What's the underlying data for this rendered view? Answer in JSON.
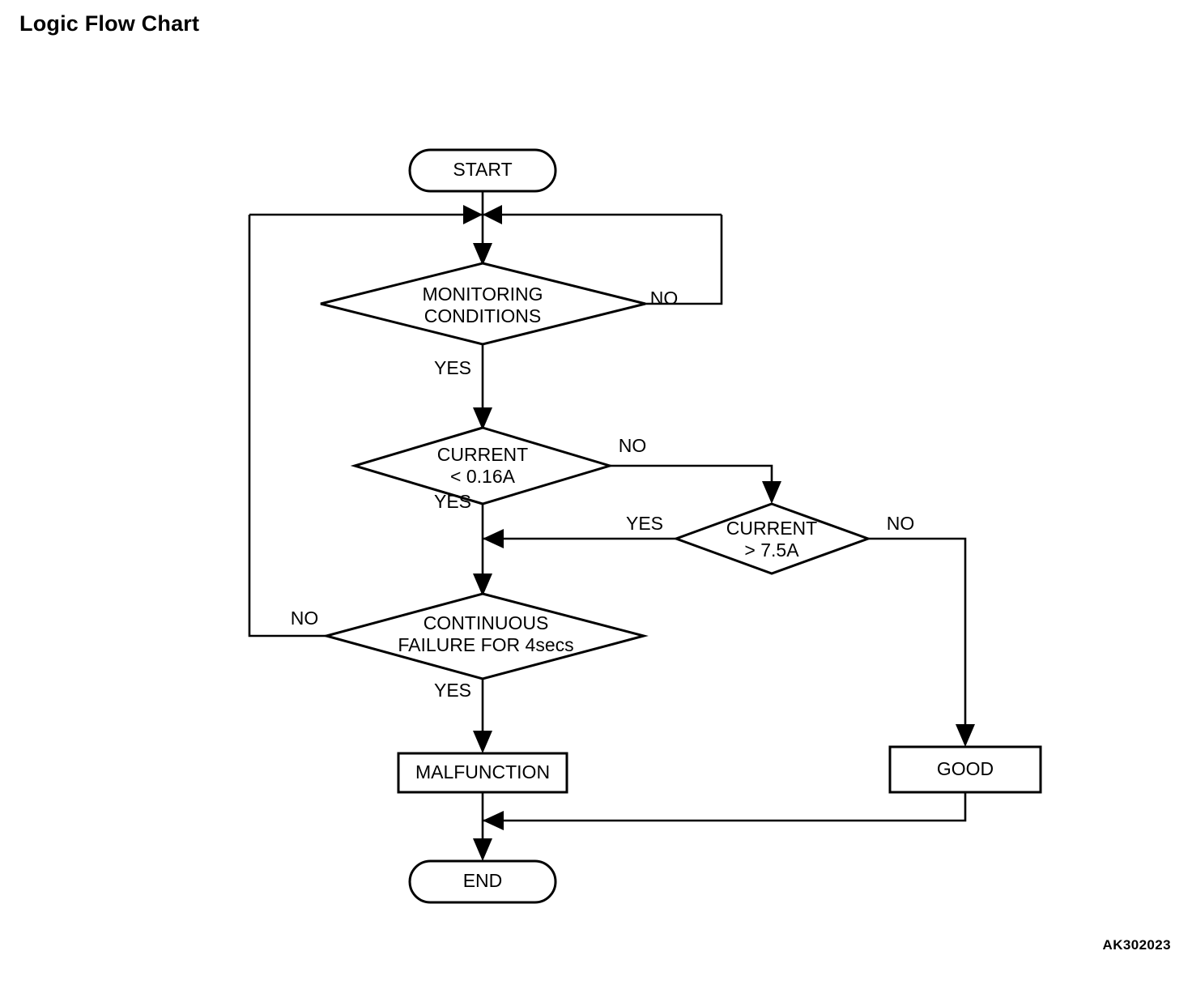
{
  "page": {
    "title": "Logic Flow Chart",
    "figure_code": "AK302023",
    "background_color": "#ffffff",
    "line_color": "#000000"
  },
  "chart_data": {
    "type": "diagram",
    "diagram_kind": "flowchart",
    "title": "Logic Flow Chart",
    "nodes": [
      {
        "id": "start",
        "shape": "terminator",
        "label": "START"
      },
      {
        "id": "monitoring",
        "shape": "decision",
        "label_line1": "MONITORING",
        "label_line2": "CONDITIONS"
      },
      {
        "id": "current_low",
        "shape": "decision",
        "label_line1": "CURRENT",
        "label_line2": "< 0.16A"
      },
      {
        "id": "current_high",
        "shape": "decision",
        "label_line1": "CURRENT",
        "label_line2": "> 7.5A"
      },
      {
        "id": "continuous_failure",
        "shape": "decision",
        "label_line1": "CONTINUOUS",
        "label_line2": "FAILURE FOR 4secs"
      },
      {
        "id": "malfunction",
        "shape": "process",
        "label": "MALFUNCTION"
      },
      {
        "id": "good",
        "shape": "process",
        "label": "GOOD"
      },
      {
        "id": "end",
        "shape": "terminator",
        "label": "END"
      }
    ],
    "edges": [
      {
        "from": "start",
        "to": "monitoring",
        "label": ""
      },
      {
        "from": "monitoring",
        "to": "current_low",
        "label": "YES"
      },
      {
        "from": "monitoring",
        "to": "start_junction",
        "label": "NO"
      },
      {
        "from": "current_low",
        "to": "continuous_failure",
        "label": "YES"
      },
      {
        "from": "current_low",
        "to": "current_high",
        "label": "NO"
      },
      {
        "from": "current_high",
        "to": "continuous_failure",
        "label": "YES"
      },
      {
        "from": "current_high",
        "to": "good",
        "label": "NO"
      },
      {
        "from": "continuous_failure",
        "to": "malfunction",
        "label": "YES"
      },
      {
        "from": "continuous_failure",
        "to": "start_junction",
        "label": "NO"
      },
      {
        "from": "malfunction",
        "to": "end",
        "label": ""
      },
      {
        "from": "good",
        "to": "end",
        "label": ""
      }
    ],
    "branch_labels": {
      "monitoring_no": "NO",
      "monitoring_yes": "YES",
      "current_low_no": "NO",
      "current_low_yes": "YES",
      "current_high_yes": "YES",
      "current_high_no": "NO",
      "continuous_failure_no": "NO",
      "continuous_failure_yes": "YES"
    }
  }
}
